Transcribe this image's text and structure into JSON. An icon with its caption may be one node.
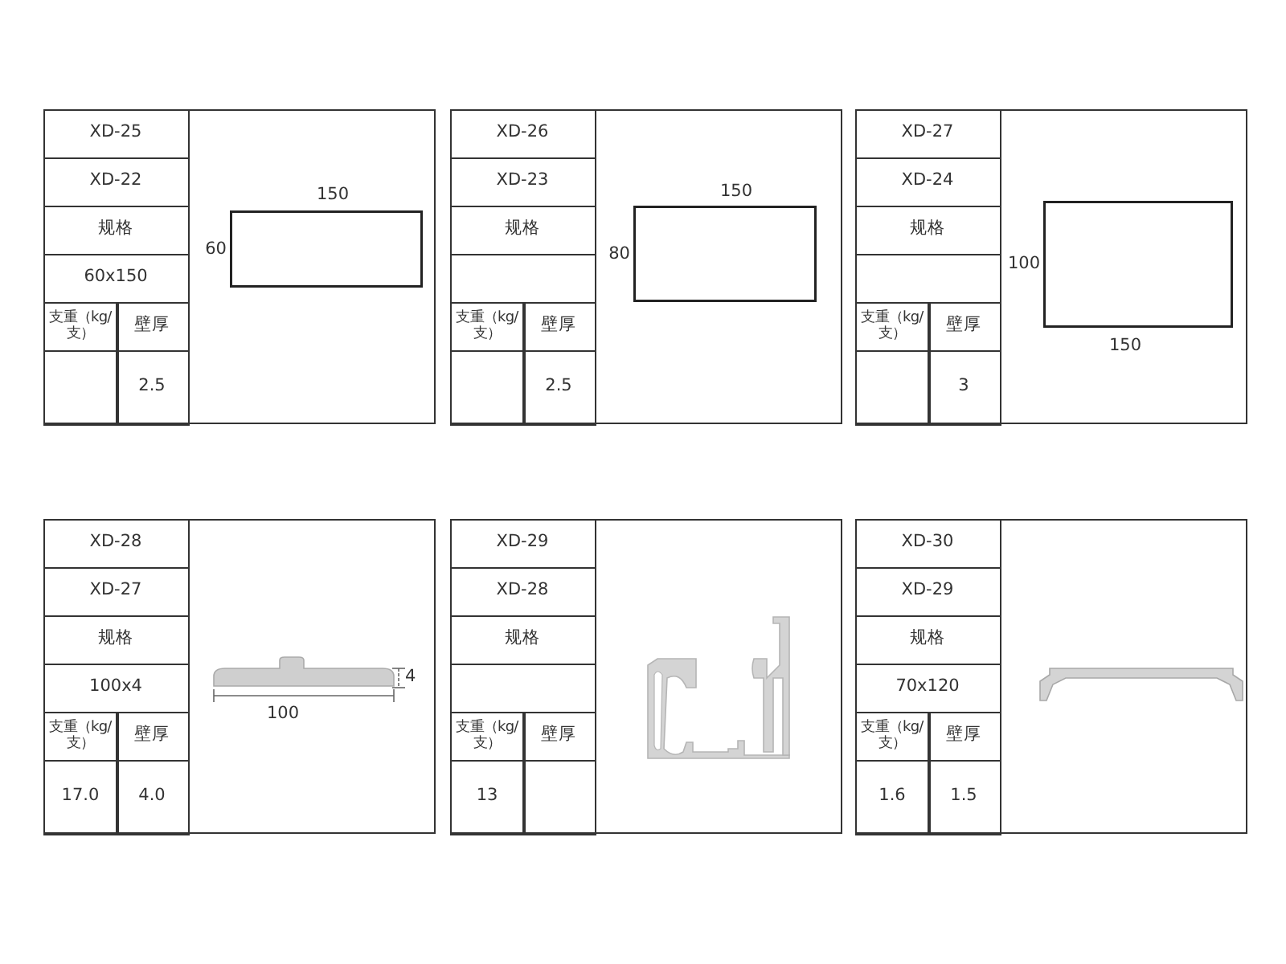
{
  "diagram": {
    "labels": [
      "XD-25",
      "XD-22",
      "规格",
      "60x150",
      "支重（kg/支）",
      "壁厚",
      "2.5",
      "150",
      "60",
      "XD-26",
      "XD-23",
      "规格",
      "支重（kg/支）",
      "壁厚",
      "2.5",
      "150",
      "80",
      "XD-27",
      "XD-24",
      "规格",
      "支重（kg/支）",
      "壁厚",
      "3",
      "100",
      "150",
      "XD-28",
      "XD-27",
      "规格",
      "100x4",
      "支重（kg/支）",
      "壁厚",
      "17.0",
      "4.0",
      "4",
      "100",
      "XD-29",
      "XD-28",
      "规格",
      "支重（kg/支）",
      "壁厚",
      "13",
      "XD-30",
      "XD-29",
      "规格",
      "70x120",
      "支重（kg/支）",
      "壁厚",
      "1.6",
      "1.5"
    ]
  }
}
